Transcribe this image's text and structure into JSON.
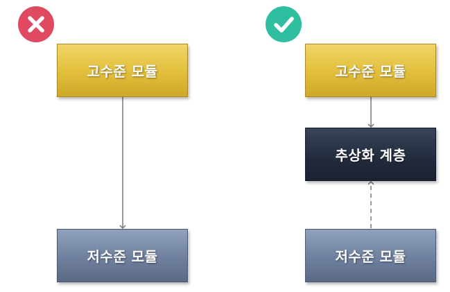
{
  "badges": {
    "wrong": {
      "icon": "close-icon",
      "color": "#e04a60"
    },
    "right": {
      "icon": "check-icon",
      "color": "#2fbfa0"
    }
  },
  "left_diagram": {
    "high_module": "고수준 모듈",
    "low_module": "저수준 모듈"
  },
  "right_diagram": {
    "high_module": "고수준 모듈",
    "abstraction_layer": "추상화 계층",
    "low_module": "저수준 모듈"
  },
  "colors": {
    "high_module": "#e1be3a",
    "low_module": "#6f809e",
    "abstraction_layer": "#222b3c",
    "arrow": "#808080"
  }
}
